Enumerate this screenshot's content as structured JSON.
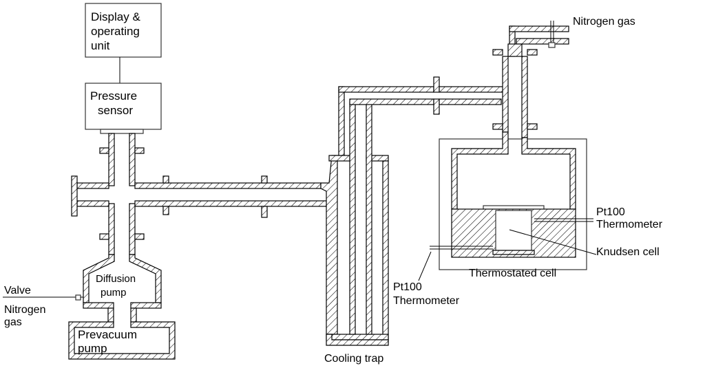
{
  "labels": {
    "display_unit": [
      "Display &",
      "operating",
      "unit"
    ],
    "pressure_sensor": [
      "Pressure",
      "sensor"
    ],
    "diffusion_pump": [
      "Diffusion",
      "pump"
    ],
    "prevacuum_pump": [
      "Prevacuum",
      "pump"
    ],
    "valve": "Valve",
    "nitrogen_gas_left": [
      "Nitrogen",
      "gas"
    ],
    "cooling_trap": "Cooling trap",
    "pt100_left": [
      "Pt100",
      "Thermometer"
    ],
    "nitrogen_gas_top": "Nitrogen gas",
    "pt100_right": [
      "Pt100",
      "Thermometer"
    ],
    "knudsen_cell": "Knudsen cell",
    "thermostated_cell": "Thermostated cell"
  }
}
